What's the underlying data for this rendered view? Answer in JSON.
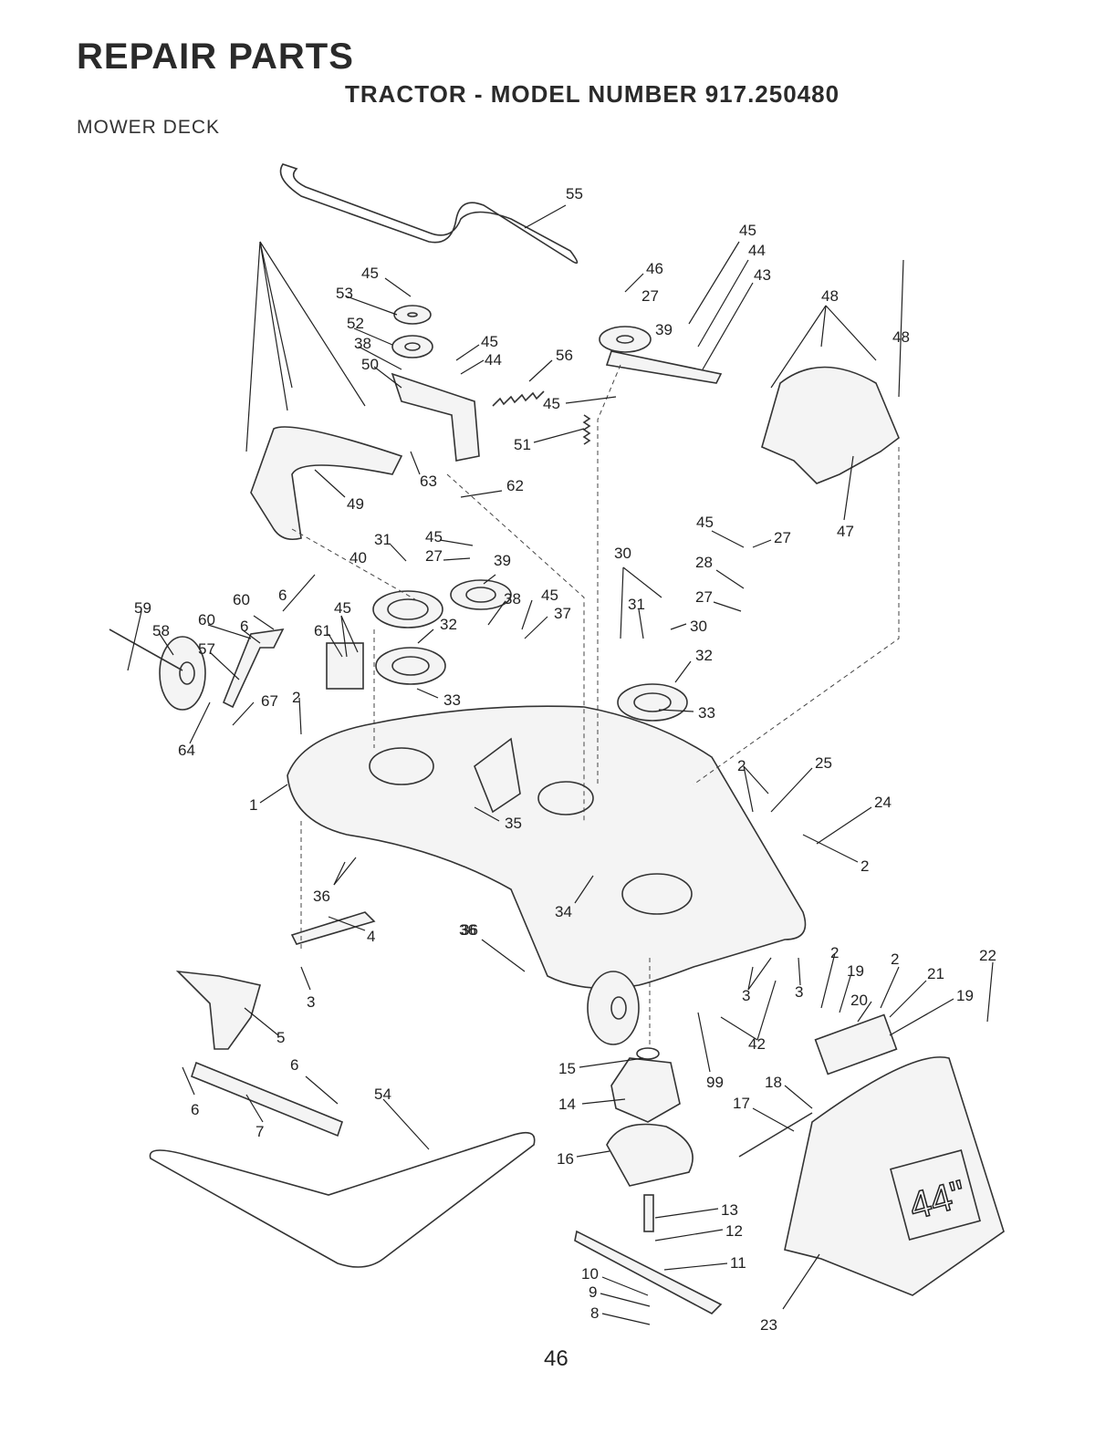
{
  "header": {
    "title": "REPAIR PARTS",
    "subtitle": "TRACTOR - MODEL NUMBER 917.250480",
    "section": "MOWER DECK"
  },
  "page_number": "46",
  "deck_badge": "44\"",
  "callouts": [
    "55",
    "45",
    "44",
    "43",
    "46",
    "27",
    "39",
    "48",
    "45",
    "53",
    "52",
    "38",
    "50",
    "45",
    "44",
    "56",
    "45",
    "51",
    "63",
    "62",
    "49",
    "47",
    "48",
    "45",
    "27",
    "31",
    "40",
    "45",
    "27",
    "39",
    "30",
    "28",
    "27",
    "60",
    "6",
    "45",
    "59",
    "58",
    "60",
    "6",
    "57",
    "61",
    "32",
    "38",
    "37",
    "45",
    "31",
    "30",
    "32",
    "2",
    "67",
    "64",
    "33",
    "33",
    "1",
    "35",
    "2",
    "25",
    "24",
    "2",
    "36",
    "36",
    "34",
    "4",
    "3",
    "36",
    "2",
    "19",
    "2",
    "21",
    "22",
    "19",
    "20",
    "3",
    "3",
    "42",
    "99",
    "5",
    "6",
    "6",
    "7",
    "15",
    "14",
    "18",
    "17",
    "54",
    "16",
    "13",
    "12",
    "11",
    "10",
    "9",
    "8",
    "23"
  ]
}
